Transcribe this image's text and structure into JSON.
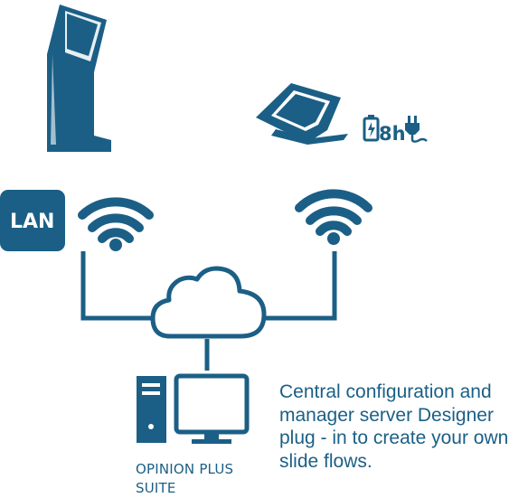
{
  "lan": {
    "label": "LAN"
  },
  "tablet": {
    "battery_label": "8h"
  },
  "suite": {
    "line1": "OPINION PLUS",
    "line2": "SUITE"
  },
  "description": "Central configuration and manager server Designer plug - in to create your own slide flows.",
  "colors": {
    "primary": "#1b5f86",
    "background": "#ffffff"
  },
  "icons": [
    "kiosk-icon",
    "tablet-stand-icon",
    "battery-icon",
    "power-plug-icon",
    "wifi-left-icon",
    "wifi-right-icon",
    "cloud-icon",
    "desktop-computer-icon"
  ]
}
